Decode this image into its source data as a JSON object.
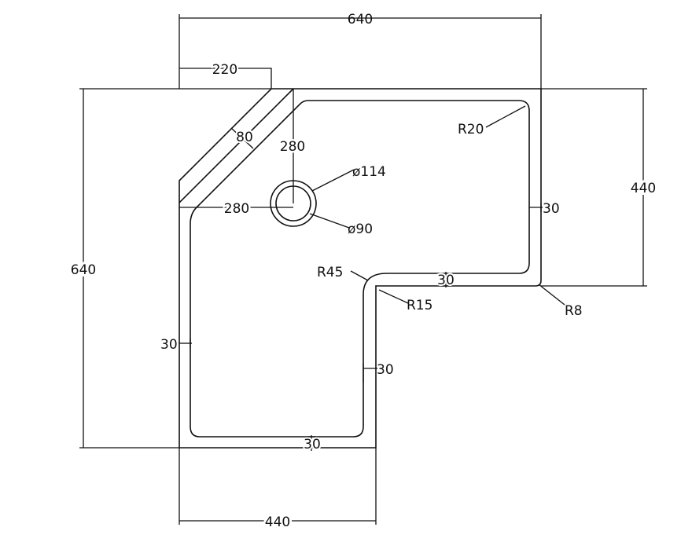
{
  "colors": {
    "line": "#111111",
    "background": "#ffffff"
  },
  "dimensions": {
    "top_width": "640",
    "chamfer_width": "220",
    "chamfer_depth": "80",
    "left_height": "640",
    "right_height": "440",
    "bottom_width": "440",
    "drain_offset_vertical": "280",
    "drain_offset_horizontal": "280",
    "drain_outer_diameter": "ø114",
    "drain_inner_diameter": "ø90",
    "radius_top_right": "R20",
    "radius_inner_corner": "R45",
    "radius_inner_small": "R15",
    "radius_outer_corner": "R8",
    "wall_right": "30",
    "wall_step_horizontal": "30",
    "wall_left": "30",
    "wall_inner_vertical": "30",
    "wall_bottom": "30"
  }
}
